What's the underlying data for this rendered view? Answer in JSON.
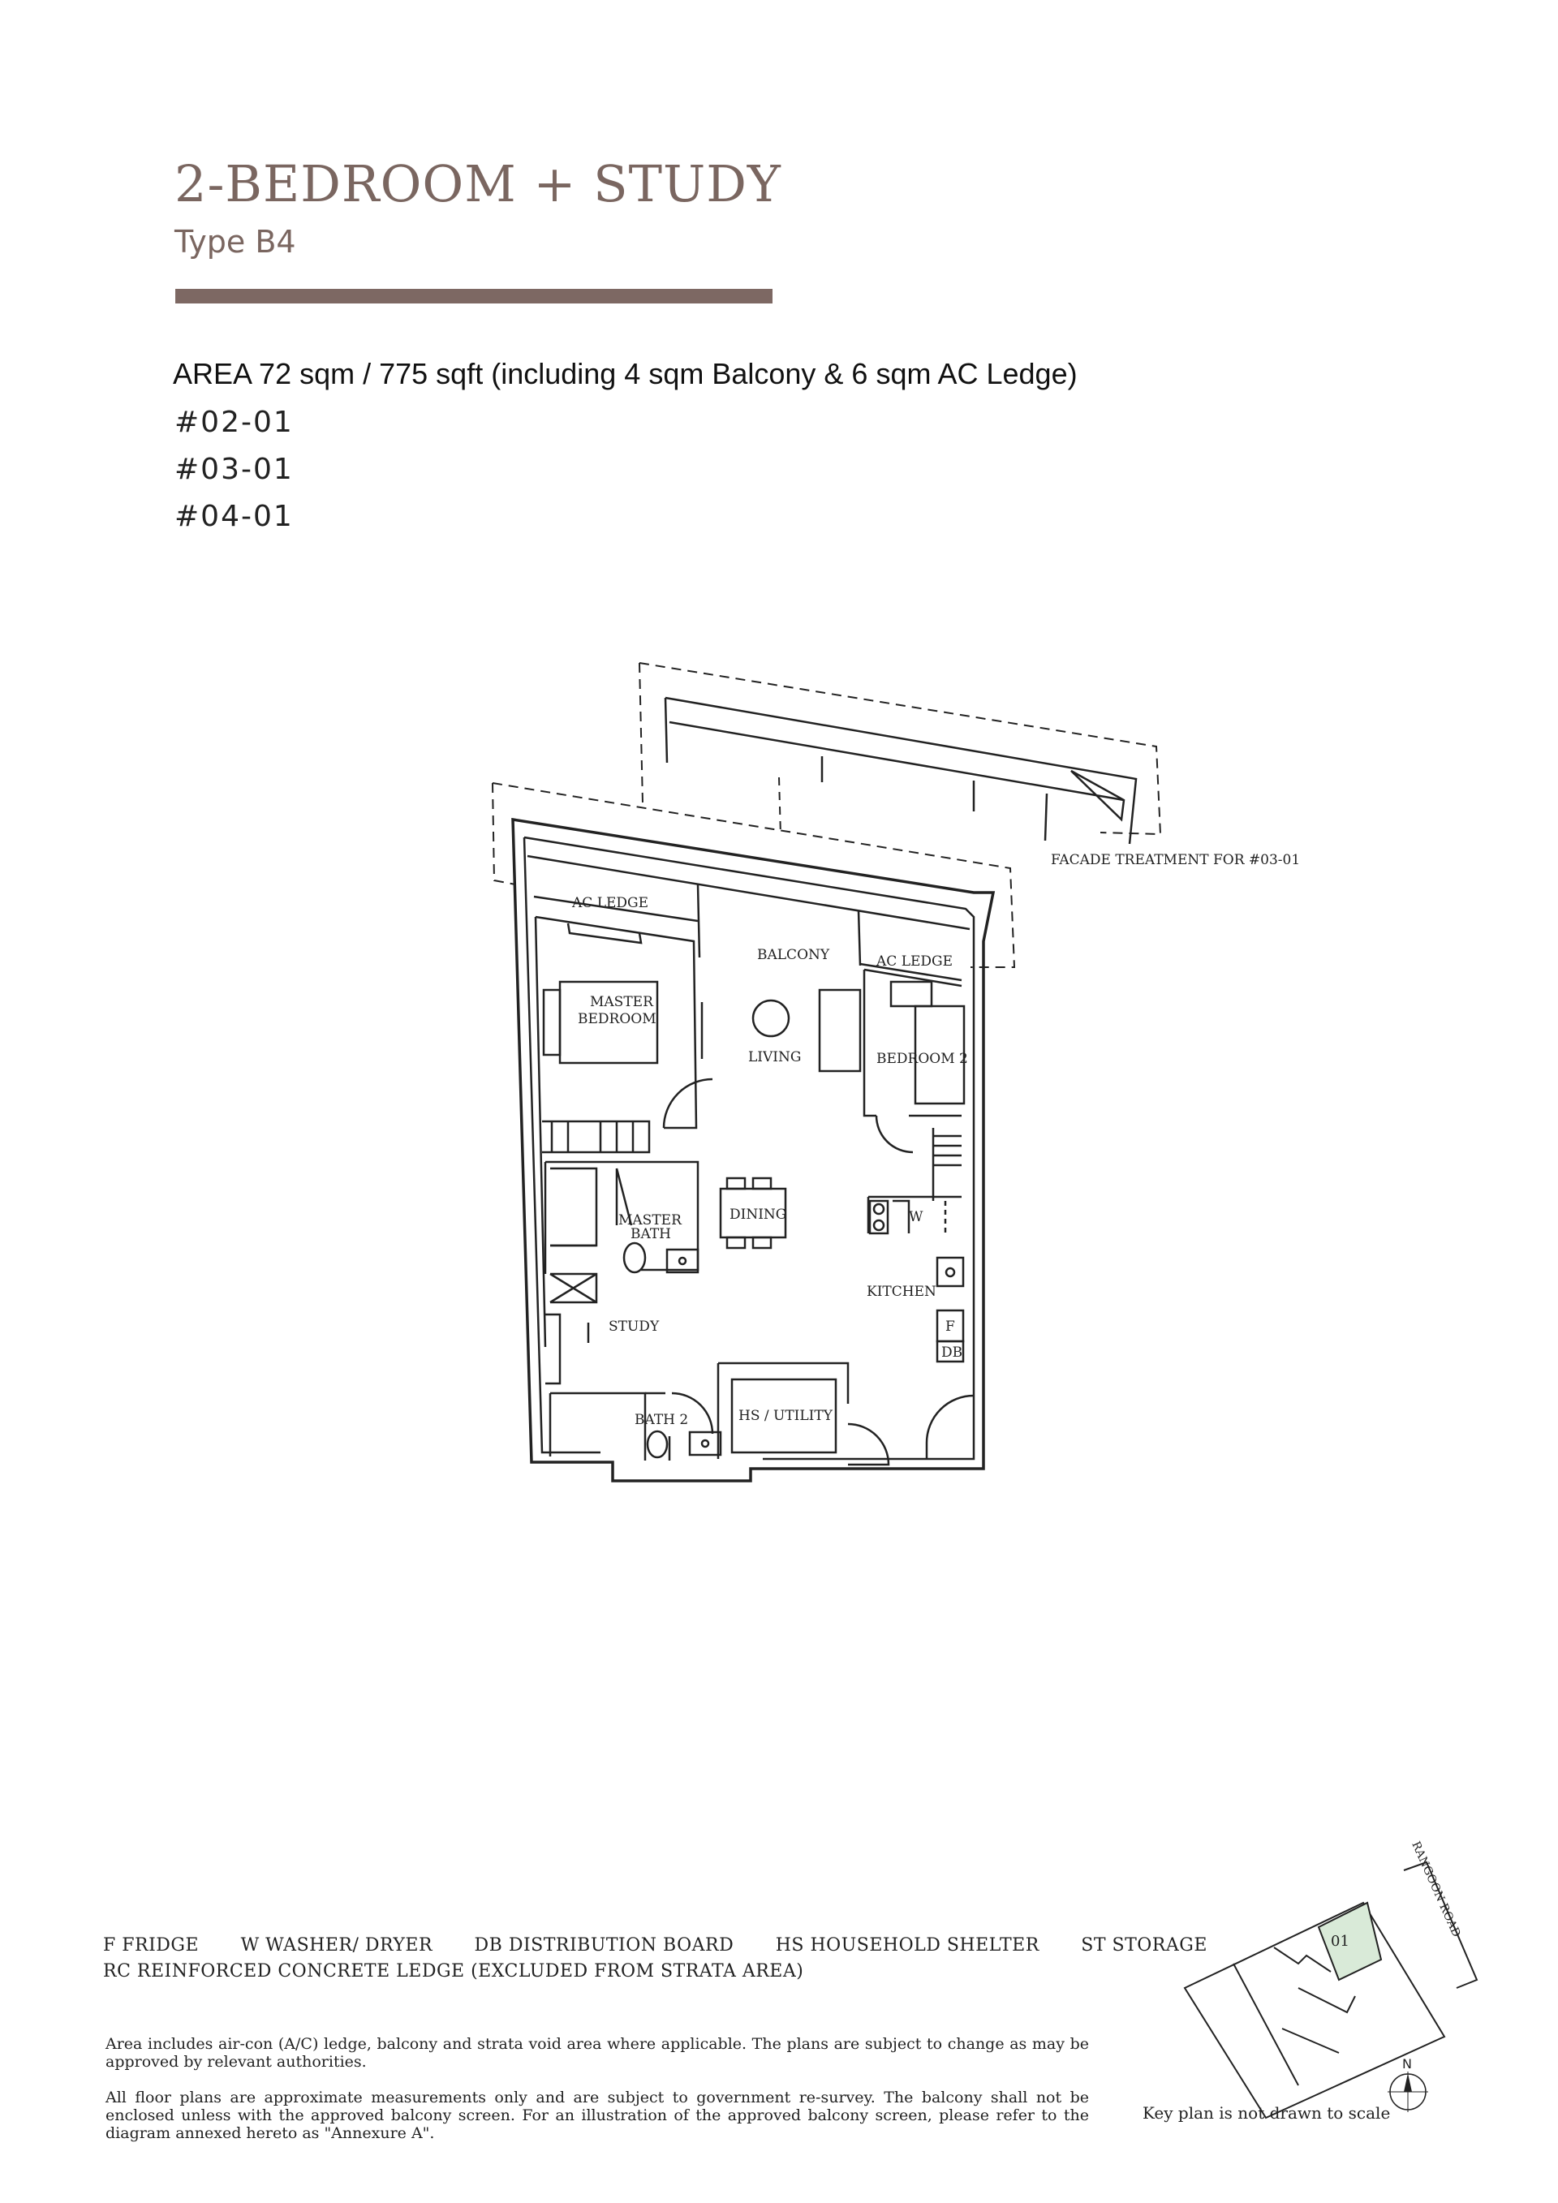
{
  "header": {
    "title": "2-BEDROOM + STUDY",
    "subtitle": "Type B4",
    "accent_color": "#7d6863"
  },
  "area": {
    "text": "AREA 72 sqm / 775 sqft (including 4 sqm Balcony & 6 sqm AC Ledge)"
  },
  "units": [
    "#02-01",
    "#03-01",
    "#04-01"
  ],
  "plan": {
    "facade_note": "FACADE TREATMENT FOR #03-01",
    "rooms": {
      "ac_ledge_left": "AC LEDGE",
      "balcony": "BALCONY",
      "ac_ledge_right": "AC LEDGE",
      "master_bedroom_1": "MASTER",
      "master_bedroom_2": "BEDROOM",
      "living": "LIVING",
      "bedroom2": "BEDROOM 2",
      "master_bath_1": "MASTER",
      "master_bath_2": "BATH",
      "dining": "DINING",
      "washer": "W",
      "kitchen": "KITCHEN",
      "fridge": "F",
      "db": "DB",
      "study": "STUDY",
      "bath2": "BATH 2",
      "hs_utility": "HS / UTILITY"
    }
  },
  "legend": {
    "line1": [
      "F   FRIDGE",
      "W  WASHER/ DRYER",
      "DB  DISTRIBUTION BOARD",
      "HS  HOUSEHOLD SHELTER",
      "ST  STORAGE"
    ],
    "line2": "RC  REINFORCED CONCRETE LEDGE (EXCLUDED FROM STRATA AREA)"
  },
  "notes": {
    "note1": "Area includes air-con (A/C) ledge, balcony and strata void area where applicable. The plans are subject to change as may be approved by relevant authorities.",
    "note2": "All floor plans are approximate measurements only and are subject to government re-survey. The balcony shall not be enclosed unless with the approved balcony screen. For an illustration of the approved balcony screen, please refer to the diagram annexed hereto as \"Annexure A\"."
  },
  "keyplan": {
    "unit_label": "01",
    "road_label": "RANGOON ROAD",
    "note": "Key plan is not drawn to scale",
    "north": "N",
    "highlight_color": "#d9ead8"
  }
}
